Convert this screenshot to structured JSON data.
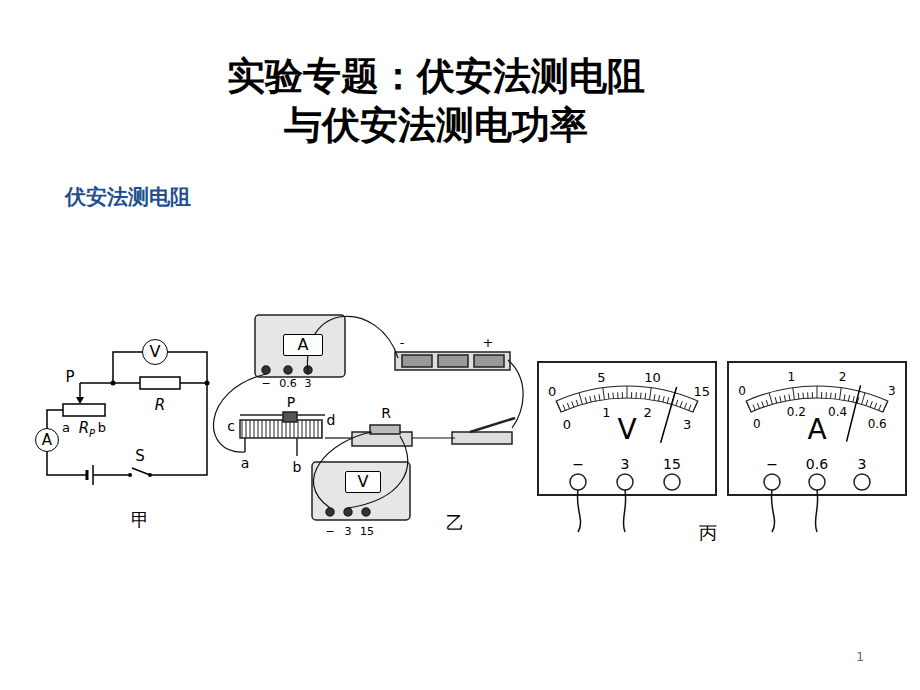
{
  "diagram": {
    "title": "实验专题：伏安法测电阻 与伏安法测电功率",
    "nodes": [
      {
        "text": [
          "V"
        ]
      },
      {
        "text": [
          "A"
        ]
      },
      {
        "text": [
          "A"
        ]
      },
      {
        "text": [
          "V"
        ]
      }
    ],
    "labels": [
      "伏安法测电阻",
      "P",
      "a",
      "R",
      "P",
      "b",
      "R",
      "S",
      "甲",
      "−",
      "0.6",
      "3",
      "-",
      "+",
      "c",
      "P",
      "d",
      "a",
      "b",
      "R",
      "−",
      "3",
      "15",
      "乙",
      "0",
      "5",
      "10",
      "15",
      "0",
      "1",
      "2",
      "3",
      "V",
      "−",
      "3",
      "15",
      "0",
      "1",
      "2",
      "3",
      "0",
      "0.2",
      "0.4",
      "0.6",
      "A",
      "−",
      "0.6",
      "3",
      "丙",
      "1"
    ]
  }
}
